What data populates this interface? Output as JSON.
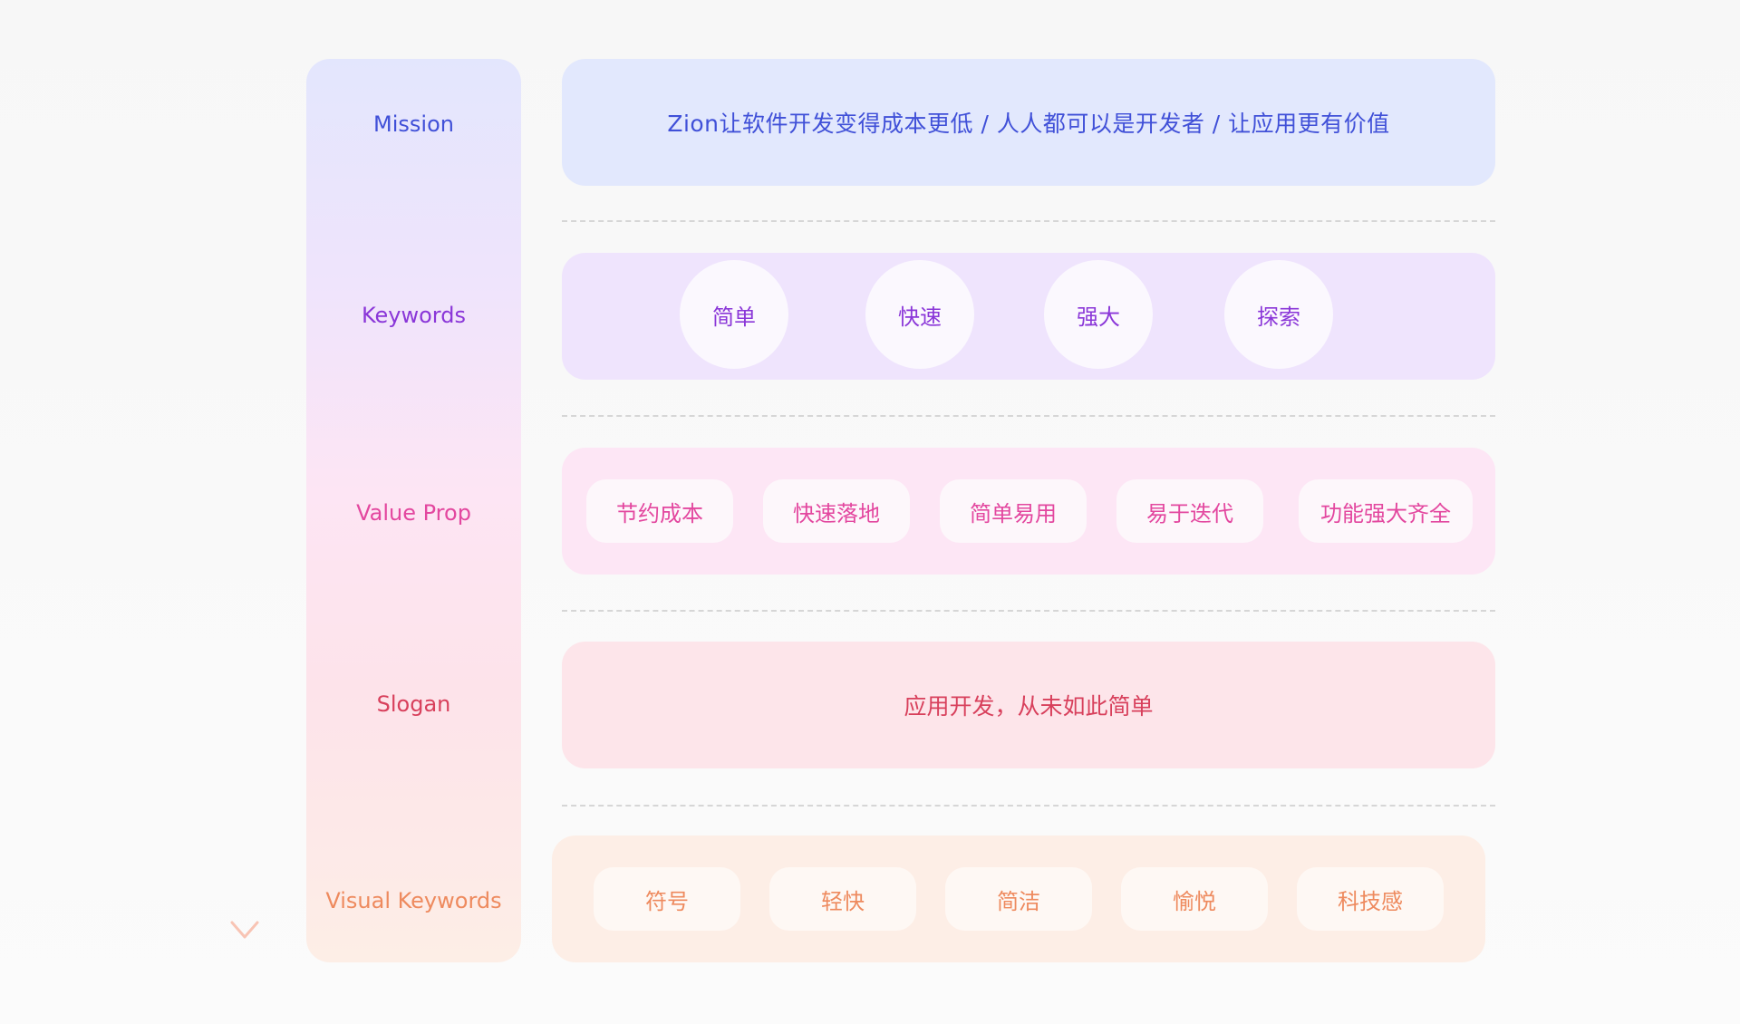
{
  "colors": {
    "mission": "#4050d8",
    "keywords": "#8a36d8",
    "value_prop": "#e3479f",
    "slogan": "#d8405c",
    "visual_keywords": "#ee8a5e"
  },
  "rows": {
    "mission": {
      "label": "Mission",
      "text": "Zion让软件开发变得成本更低 / 人人都可以是开发者 / 让应用更有价值"
    },
    "keywords": {
      "label": "Keywords",
      "items": [
        "简单",
        "快速",
        "强大",
        "探索"
      ]
    },
    "value_prop": {
      "label": "Value Prop",
      "items": [
        "节约成本",
        "快速落地",
        "简单易用",
        "易于迭代",
        "功能强大齐全"
      ]
    },
    "slogan": {
      "label": "Slogan",
      "text": "应用开发，从未如此简单"
    },
    "visual_keywords": {
      "label": "Visual Keywords",
      "items": [
        "符号",
        "轻快",
        "简洁",
        "愉悦",
        "科技感"
      ]
    }
  }
}
